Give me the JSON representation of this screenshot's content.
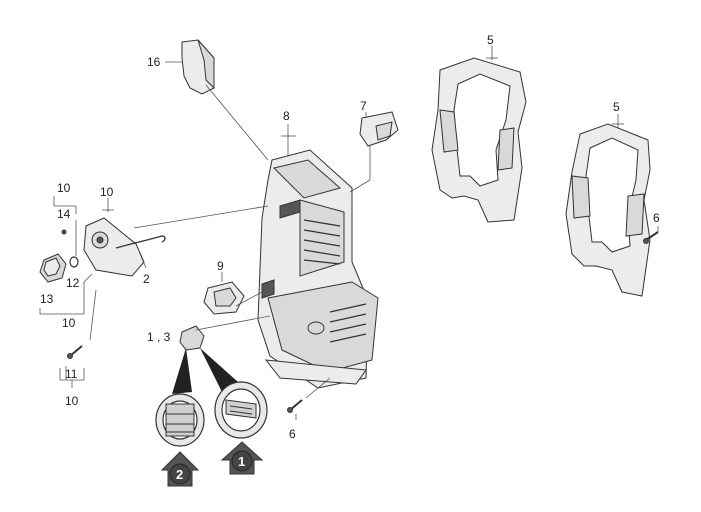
{
  "labels": {
    "p16": "16",
    "p8": "8",
    "p7": "7",
    "p5a": "5",
    "p5b": "5",
    "p6a": "6",
    "p6b": "6",
    "p10a": "10",
    "p14": "14",
    "p10b": "10",
    "p12": "12",
    "p13": "13",
    "p2": "2",
    "p10c": "10",
    "p9": "9",
    "p13b": "1 , 3",
    "p11": "11",
    "p10d": "10"
  },
  "badges": {
    "one": "1",
    "two": "2"
  }
}
